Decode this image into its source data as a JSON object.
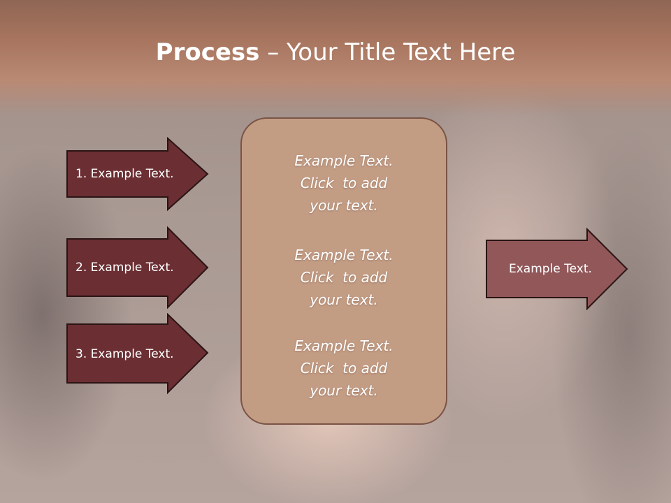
{
  "slide": {
    "title_bold": "Process",
    "title_sep": "–",
    "title_rest": "Your Title Text Here"
  },
  "left_arrows": [
    {
      "label": "1. Example Text."
    },
    {
      "label": "2. Example Text."
    },
    {
      "label": "3. Example Text."
    }
  ],
  "center_box": {
    "blocks": [
      {
        "lines": [
          "Example Text.",
          "Click  to add",
          "your text."
        ]
      },
      {
        "lines": [
          "Example Text.",
          "Click  to add",
          "your text."
        ]
      },
      {
        "lines": [
          "Example Text.",
          "Click  to add",
          "your text."
        ]
      }
    ]
  },
  "right_arrow": {
    "label": "Example Text."
  },
  "colors": {
    "banner": "#a8755f",
    "left_arrow_fill": "#6b2f33",
    "right_arrow_fill": "#915759",
    "center_box_fill": "#c39c84",
    "outline": "#2a1414"
  }
}
